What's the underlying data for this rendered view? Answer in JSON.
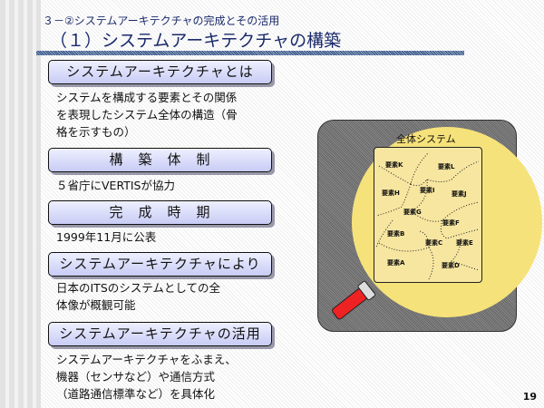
{
  "header": {
    "subtitle": "３－②システムアーキテクチャの完成とその活用",
    "title": "（１）システムアーキテクチャの構築"
  },
  "sections": [
    {
      "heading": "システムアーキテクチャとは",
      "body": [
        "システムを構成する要素とその関係",
        "を表現したシステム全体の構造（骨",
        "格を示すもの）"
      ]
    },
    {
      "heading": "構　築　体　制",
      "body": [
        "５省庁にVERTISが協力"
      ]
    },
    {
      "heading": "完　成　時　期",
      "body": [
        "1999年11月に公表"
      ]
    },
    {
      "heading": "システムアーキテクチャにより",
      "body": [
        "日本のITSのシステムとしての全",
        "体像が概観可能"
      ]
    },
    {
      "heading": "システムアーキテクチャの活用",
      "body": [
        "システムアーキテクチャをふまえ、",
        "機器（センサなど）や通信方式",
        "（道路通信標準など）を具体化"
      ]
    }
  ],
  "diagram": {
    "title": "全体システム",
    "elements": [
      "要素K",
      "要素L",
      "要素H",
      "要素I",
      "要素J",
      "要素G",
      "要素F",
      "要素B",
      "要素C",
      "要素E",
      "要素A",
      "要素D"
    ]
  },
  "page_number": "19"
}
